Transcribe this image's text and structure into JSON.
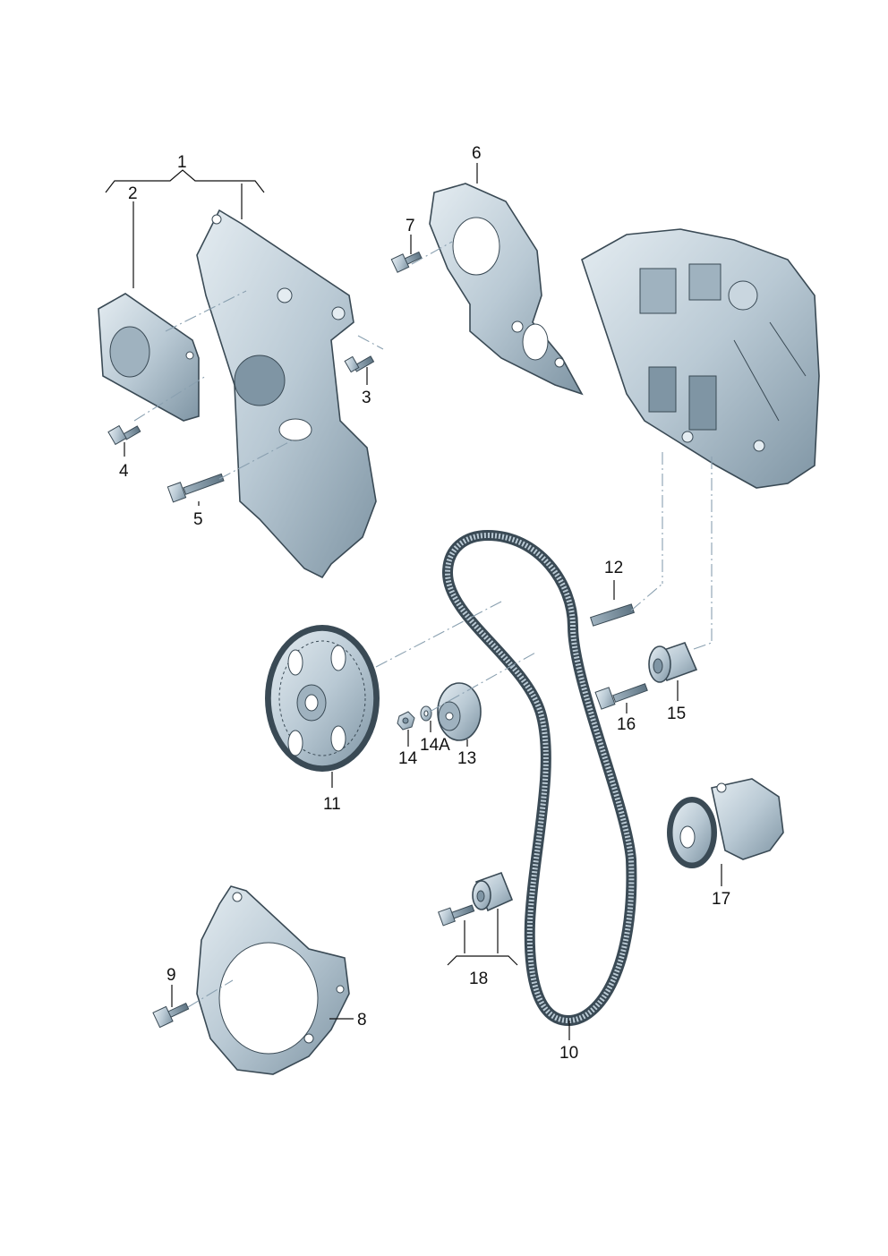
{
  "callouts": {
    "c1": "1",
    "c2": "2",
    "c3": "3",
    "c4": "4",
    "c5": "5",
    "c6": "6",
    "c7": "7",
    "c8": "8",
    "c9": "9",
    "c10": "10",
    "c11": "11",
    "c12": "12",
    "c13": "13",
    "c14": "14",
    "c14a": "14A",
    "c15": "15",
    "c16": "16",
    "c17": "17",
    "c18": "18"
  },
  "colors": {
    "part_fill": "#b9c9d4",
    "part_dark": "#7f95a4",
    "part_light": "#dde6ec",
    "line": "#111111"
  }
}
